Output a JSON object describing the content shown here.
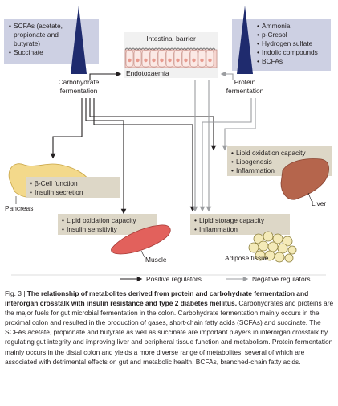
{
  "top_left_box": {
    "items": [
      "SCFAs (acetate,",
      "propionate and",
      "butyrate)",
      "Succinate"
    ]
  },
  "top_right_box": {
    "items": [
      "Ammonia",
      "p-Cresol",
      "Hydrogen sulfate",
      "Indolic compounds",
      "BCFAs"
    ]
  },
  "intestine": {
    "title": "Intestinal barrier",
    "endotoxaemia": "Endotoxaemia"
  },
  "left_source": {
    "line1": "Carbohydrate",
    "line2": "fermentation"
  },
  "right_source": {
    "line1": "Protein",
    "line2": "fermentation"
  },
  "pancreas": {
    "label": "Pancreas",
    "items": [
      "β-Cell function",
      "Insulin secretion"
    ]
  },
  "liver": {
    "label": "Liver",
    "items": [
      "Lipid oxidation capacity",
      "Lipogenesis",
      "Inflammation"
    ]
  },
  "muscle": {
    "label": "Muscle",
    "items": [
      "Lipid oxidation capacity",
      "Insulin sensitivity"
    ]
  },
  "adipose": {
    "label": "Adipose tissue",
    "items": [
      "Lipid storage capacity",
      "Inflammation"
    ]
  },
  "legend": {
    "positive": "Positive regulators",
    "negative": "Negative regulators"
  },
  "caption": {
    "prefix": "Fig. 3 | ",
    "title": "The relationship of metabolites derived from protein and carbohydrate fermentation and interorgan crosstalk with insulin resistance and type 2 diabetes mellitus.",
    "body": " Carbohydrates and proteins are the major fuels for gut microbial fermentation in the colon. Carbohydrate fermentation mainly occurs in the proximal colon and resulted in the production of gases, short-chain fatty acids (SCFAs) and succinate. The SCFAs acetate, propionate and butyrate as well as succinate are important players in interorgan crosstalk by regulating gut integrity and improving liver and peripheral tissue function and metabolism. Protein fermentation mainly occurs in the distal colon and yields a more diverse range of metabolites, several of which are associated with detrimental effects on gut and metabolic health. BCFAs, branched-chain fatty acids."
  },
  "colors": {
    "box_lavender": "#cdd0e3",
    "box_beige": "#ddd7c7",
    "triangle": "#1f2b6e",
    "positive_arrow": "#231f20",
    "negative_arrow": "#9b9da0",
    "pancreas": "#f3d98b",
    "liver": "#b5654c",
    "muscle": "#e2615c",
    "adipose": "#f4eab8"
  }
}
